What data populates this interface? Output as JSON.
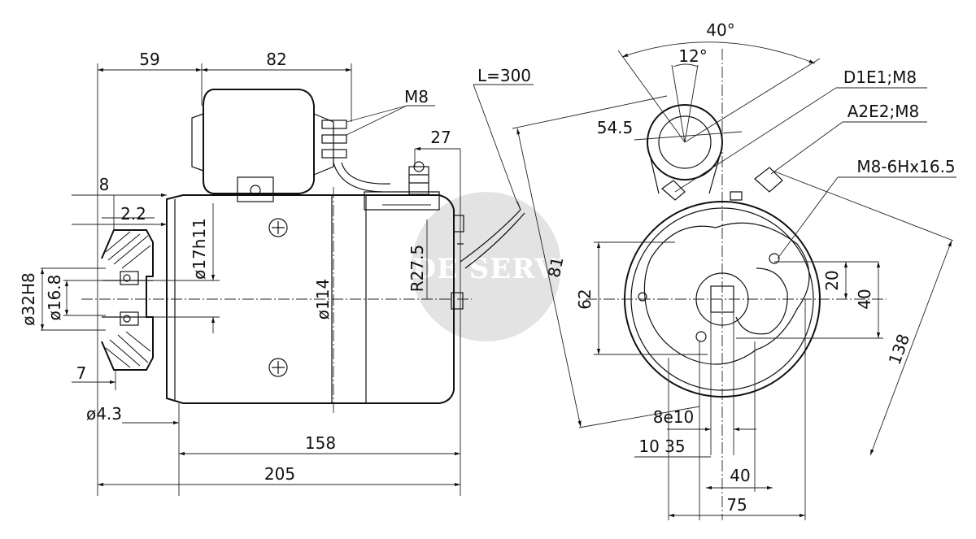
{
  "watermark": {
    "text": "TRADE SERVICE",
    "circle_color": "#d9d9d9"
  },
  "side_view": {
    "dims": {
      "d59": "59",
      "d82": "82",
      "m8": "M8",
      "d27": "27",
      "d8": "8",
      "d2_2": "2.2",
      "d32h8": "ø32H8",
      "d16_8": "ø16.8",
      "d17h11": "ø17h11",
      "d114": "ø114",
      "r27_5": "R27.5",
      "d7": "7",
      "d4_3": "ø4.3",
      "d158": "158",
      "d205": "205"
    }
  },
  "end_view": {
    "dims": {
      "d40deg": "40°",
      "d12deg": "12°",
      "d1e1": "D1E1;M8",
      "a2e2": "A2E2;M8",
      "m8_6h": "M8-6Hx16.5",
      "d54_5": "54.5",
      "d81": "81",
      "d62": "62",
      "d20": "20",
      "d40": "40",
      "d138": "138",
      "d8e10": "8e10",
      "d10_35": "10 35",
      "d40b": "40",
      "d75": "75"
    }
  },
  "cable": {
    "label": "L=300"
  }
}
